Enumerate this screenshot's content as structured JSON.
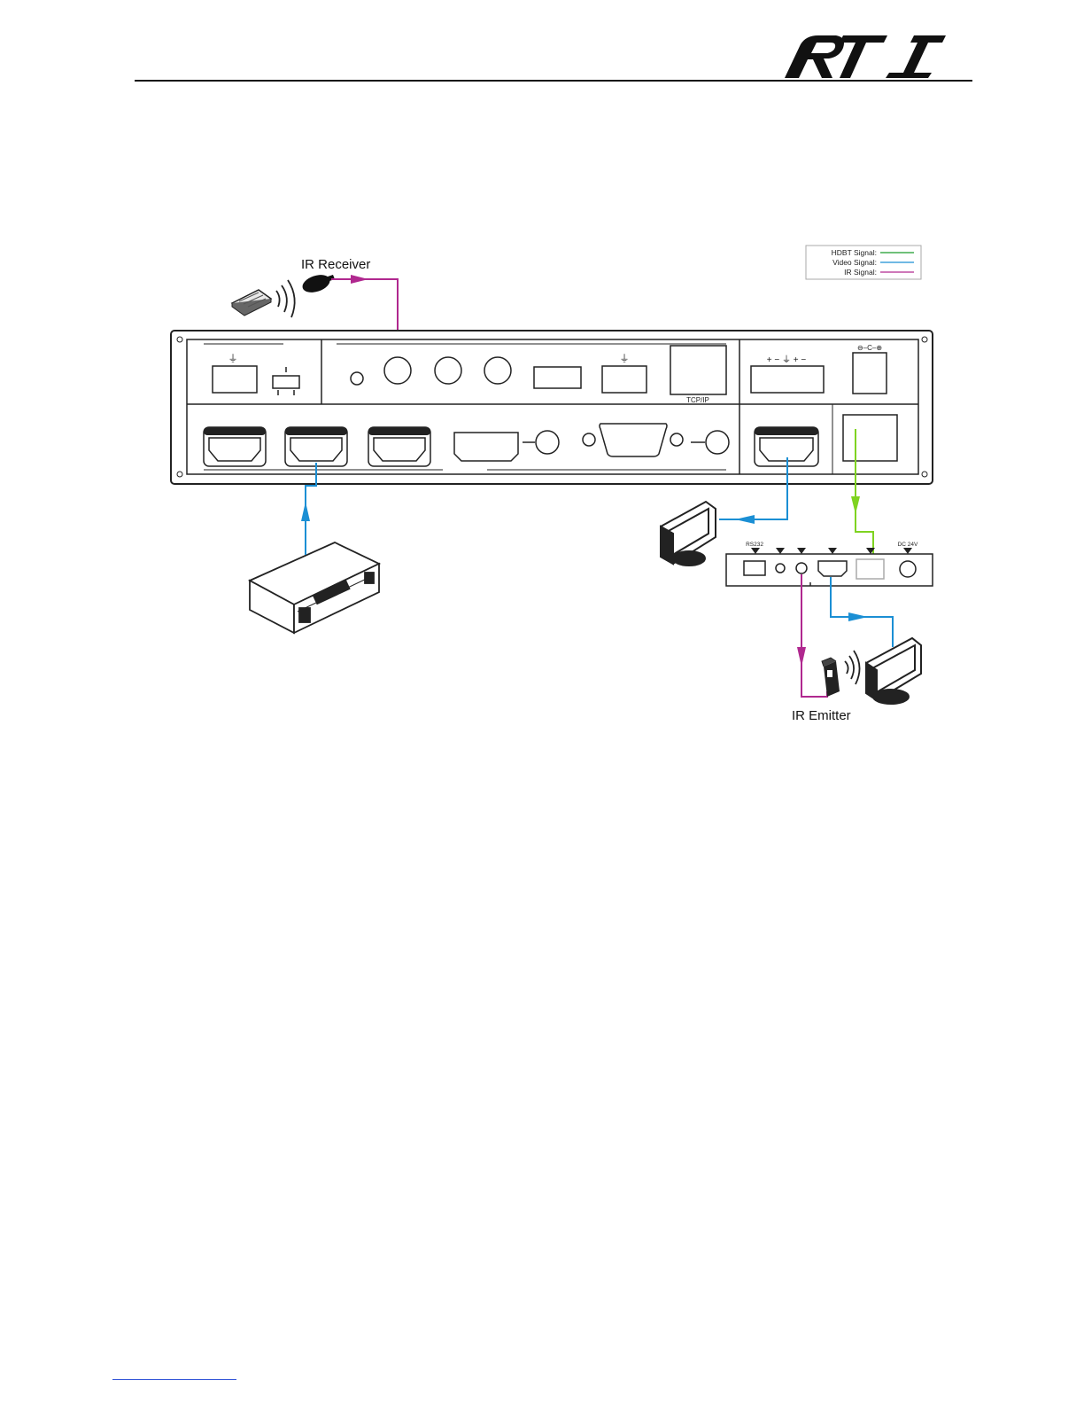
{
  "header": {
    "logo_text": "RTI"
  },
  "diagram": {
    "ir_receiver_label": "IR Receiver",
    "ir_emitter_label": "IR Emitter",
    "tcpip_label": "TCP/IP",
    "rs232_label": "RS232",
    "dc24v_label": "DC 24V",
    "legend": {
      "items": [
        {
          "label": "HDBT  Signal:",
          "color": "#1a9a2a"
        },
        {
          "label": "Video Signal:",
          "color": "#1b8fd4"
        },
        {
          "label": "IR Signal:",
          "color": "#b0288f"
        }
      ]
    },
    "colors": {
      "hdbt": "#7fd321",
      "video": "#1b8fd4",
      "ir": "#b0288f"
    }
  }
}
